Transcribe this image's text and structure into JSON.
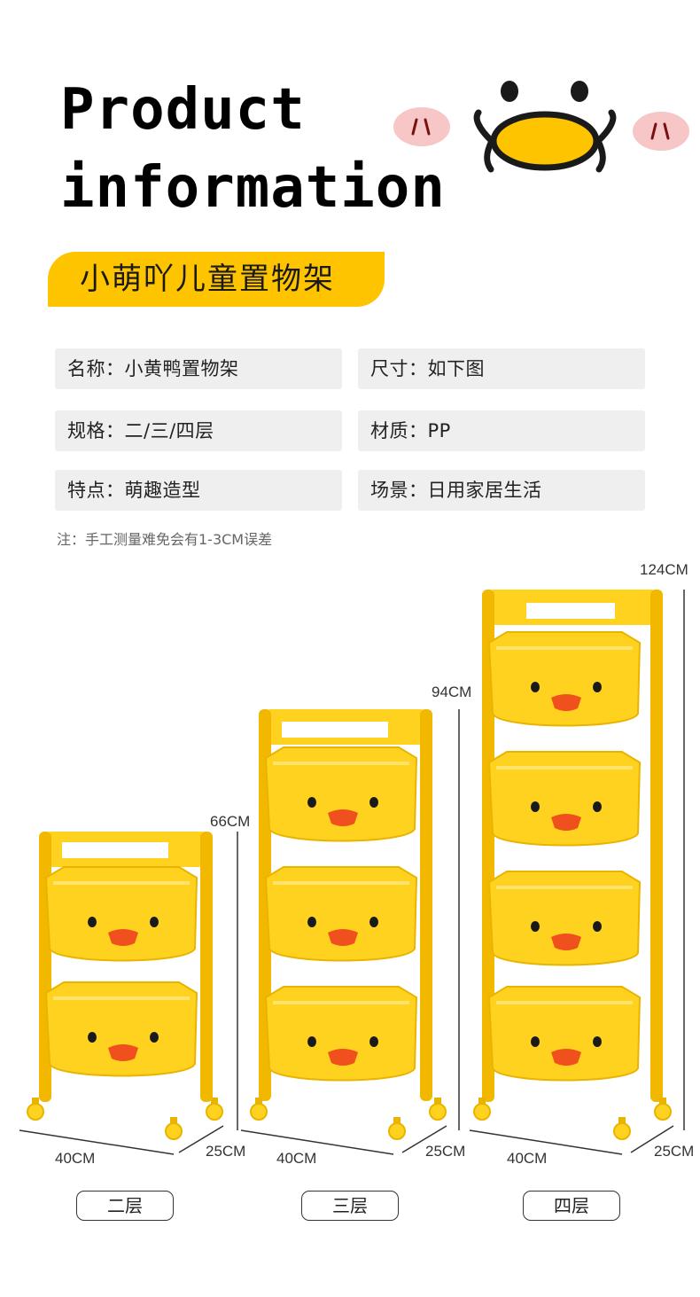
{
  "heading": {
    "line1": "Product",
    "line2": "information"
  },
  "banner": {
    "title": "小萌吖儿童置物架"
  },
  "specs": [
    {
      "label": "名称：",
      "value": "小黄鸭置物架"
    },
    {
      "label": "尺寸：",
      "value": "如下图"
    },
    {
      "label": "规格：",
      "value": "二/三/四层"
    },
    {
      "label": "材质：",
      "value": "PP"
    },
    {
      "label": "特点：",
      "value": "萌趣造型"
    },
    {
      "label": "场景：",
      "value": "日用家居生活"
    }
  ],
  "note": "注：手工测量难免会有1-3CM误差",
  "shelves": [
    {
      "tiers": 2,
      "height": "66CM",
      "width": "40CM",
      "depth": "25CM",
      "label": "二层"
    },
    {
      "tiers": 3,
      "height": "94CM",
      "width": "40CM",
      "depth": "25CM",
      "label": "三层"
    },
    {
      "tiers": 4,
      "height": "124CM",
      "width": "40CM",
      "depth": "25CM",
      "label": "四层"
    }
  ],
  "colors": {
    "accent": "#FFC400",
    "shelf_body": "#FFD21F",
    "shelf_shade": "#F2B800",
    "beak": "#F0501E",
    "cell_bg": "#EFEFEF",
    "cheek": "#F7C6C6"
  }
}
